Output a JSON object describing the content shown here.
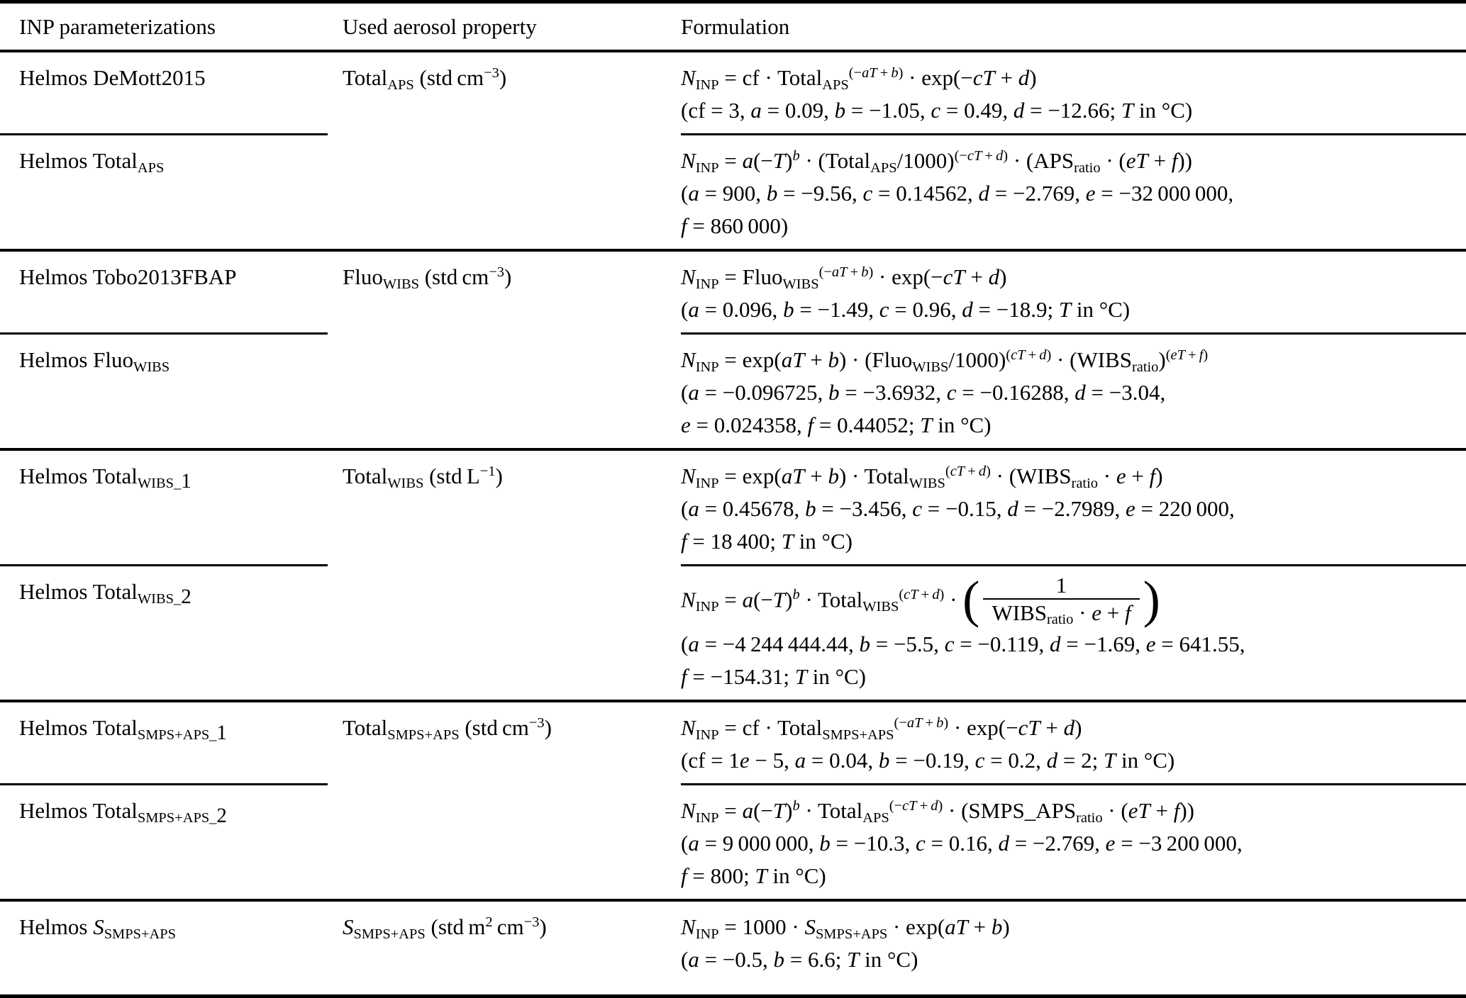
{
  "page": {
    "background_color": "#ffffff",
    "text_color": "#000000"
  },
  "table": {
    "headers": {
      "col1": "INP parameterizations",
      "col2": "Used aerosol property",
      "col3": "Formulation"
    },
    "groups": [
      {
        "property_html": "Total<sub>APS</sub> (std cm<sup>−3</sup>)",
        "rows": [
          {
            "parameterization_html": "Helmos DeMott2015",
            "formulation_lines": [
              "<i>N</i><sub>INP</sub> = cf · Total<sub>APS</sub><sup>(−<i>aT</i> + <i>b</i>)</sup> · exp(−<i>cT</i> + <i>d</i>)",
              "(cf = 3, <i>a</i> = 0.09, <i>b</i> = −1.05, <i>c</i> = 0.49, <i>d</i> = −12.66; <i>T</i> in °C)"
            ]
          },
          {
            "parameterization_html": "Helmos Total<sub>APS</sub>",
            "formulation_lines": [
              "<i>N</i><sub>INP</sub> = <i>a</i>(−<i>T</i>)<sup><i>b</i></sup> · (Total<sub>APS</sub>/1000)<sup>(−<i>cT</i> + <i>d</i>)</sup> · (APS<sub>ratio</sub> · (<i>eT</i> + <i>f</i>))",
              "(<i>a</i> = 900, <i>b</i> = −9.56, <i>c</i> = 0.14562, <i>d</i> = −2.769, <i>e</i> = −32 000 000,",
              "<i>f</i> = 860 000)"
            ]
          }
        ]
      },
      {
        "property_html": "Fluo<sub>WIBS</sub> (std cm<sup>−3</sup>)",
        "rows": [
          {
            "parameterization_html": "Helmos Tobo2013FBAP",
            "formulation_lines": [
              "<i>N</i><sub>INP</sub> = Fluo<sub>WIBS</sub><sup>(−<i>aT</i> + <i>b</i>)</sup> · exp(−<i>cT</i> + <i>d</i>)",
              "(<i>a</i> = 0.096, <i>b</i> = −1.49, <i>c</i> = 0.96, <i>d</i> = −18.9; <i>T</i> in °C)"
            ]
          },
          {
            "parameterization_html": "Helmos Fluo<sub>WIBS</sub>",
            "formulation_lines": [
              "<i>N</i><sub>INP</sub> = exp(<i>aT</i> + <i>b</i>) · (Fluo<sub>WIBS</sub>/1000)<sup>(<i>cT</i> + <i>d</i>)</sup> · (WIBS<sub>ratio</sub>)<sup>(<i>eT</i> + <i>f</i>)</sup>",
              "(<i>a</i> = −0.096725, <i>b</i> = −3.6932, <i>c</i> = −0.16288, <i>d</i> = −3.04,",
              "<i>e</i> = 0.024358, <i>f</i> = 0.44052; <i>T</i> in °C)"
            ]
          }
        ]
      },
      {
        "property_html": "Total<sub>WIBS</sub> (std L<sup>−1</sup>)",
        "rows": [
          {
            "parameterization_html": "Helmos Total<sub>WIBS_<span class='sz'>1</span></sub>",
            "formulation_lines": [
              "<i>N</i><sub>INP</sub> = exp(<i>aT</i> + <i>b</i>) · Total<sub>WIBS</sub><sup>(<i>cT</i> + <i>d</i>)</sup> · (WIBS<sub>ratio</sub> · <i>e</i> + <i>f</i>)",
              "(<i>a</i> = 0.45678, <i>b</i> = −3.456, <i>c</i> = −0.15, <i>d</i> = −2.7989, <i>e</i> = 220 000,",
              "<i>f</i> = 18 400; <i>T</i> in °C)"
            ]
          },
          {
            "parameterization_html": "Helmos Total<sub>WIBS_<span class='sz'>2</span></sub>",
            "formulation_lines": [
              "<i>N</i><sub>INP</sub> = <i>a</i>(−<i>T</i>)<sup><i>b</i></sup> · Total<sub>WIBS</sub><sup>(<i>cT</i> + <i>d</i>)</sup> · <span class='bp'>(</span><span class='frac'><span class='num'>1</span><span class='den'>WIBS<sub>ratio</sub> · <i>e</i> + <i>f</i></span></span><span class='bp'>)</span>",
              "(<i>a</i> = −4 244 444.44, <i>b</i> = −5.5, <i>c</i> = −0.119, <i>d</i> = −1.69, <i>e</i> = 641.55,",
              "<i>f</i> = −154.31; <i>T</i> in °C)"
            ]
          }
        ]
      },
      {
        "property_html": "Total<sub>SMPS+APS</sub> (std cm<sup>−3</sup>)",
        "rows": [
          {
            "parameterization_html": "Helmos Total<sub>SMPS+APS_<span class='sz'>1</span></sub>",
            "formulation_lines": [
              "<i>N</i><sub>INP</sub> = cf · Total<sub>SMPS+APS</sub><sup>(−<i>aT</i> + <i>b</i>)</sup> · exp(−<i>cT</i> + <i>d</i>)",
              "(cf = 1<i>e</i> − 5, <i>a</i> = 0.04, <i>b</i> = −0.19, <i>c</i> = 0.2, <i>d</i> = 2; <i>T</i> in °C)"
            ]
          },
          {
            "parameterization_html": "Helmos Total<sub>SMPS+APS_<span class='sz'>2</span></sub>",
            "formulation_lines": [
              "<i>N</i><sub>INP</sub> = <i>a</i>(−<i>T</i>)<sup><i>b</i></sup> · Total<sub>APS</sub><sup>(−<i>cT</i> + <i>d</i>)</sup> · (SMPS_APS<sub>ratio</sub> · (<i>eT</i> + <i>f</i>))",
              "(<i>a</i> = 9 000 000, <i>b</i> = −10.3, <i>c</i> = 0.16, <i>d</i> = −2.769, <i>e</i> = −3 200 000,",
              "<i>f</i> = 800; <i>T</i> in °C)"
            ]
          }
        ]
      },
      {
        "property_html": "<i>S</i><sub>SMPS+APS</sub> (std m<sup>2</sup> cm<sup>−3</sup>)",
        "rows": [
          {
            "parameterization_html": "Helmos <i>S</i><sub>SMPS+APS</sub>",
            "formulation_lines": [
              "<i>N</i><sub>INP</sub> = 1000 · <i>S</i><sub>SMPS+APS</sub> · exp(<i>aT</i> + <i>b</i>)",
              "(<i>a</i> = −0.5, <i>b</i> = 6.6; <i>T</i> in °C)"
            ]
          }
        ]
      }
    ]
  }
}
